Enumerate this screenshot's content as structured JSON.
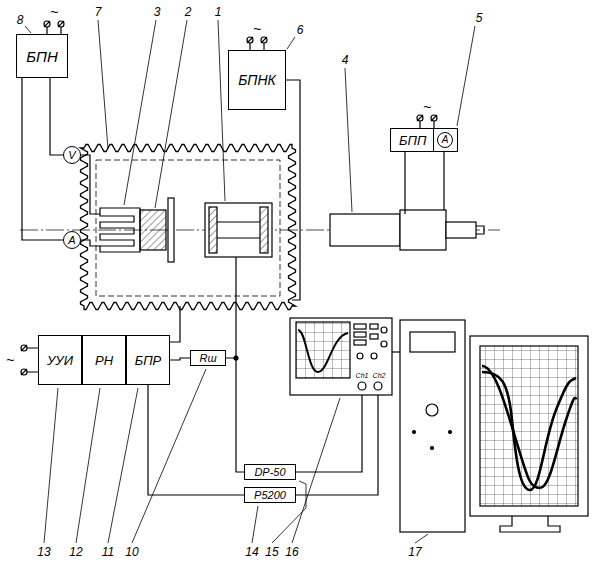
{
  "diagram": {
    "nodes": [
      {
        "text": [
          "БПН"
        ]
      },
      {
        "text": [
          "БПНК"
        ]
      },
      {
        "text": [
          "БПП"
        ]
      },
      {
        "text": [
          "A"
        ],
        "in": 2
      },
      {
        "text": [
          "V"
        ]
      },
      {
        "text": [
          "A"
        ]
      },
      {
        "text": [
          "УУИ"
        ]
      },
      {
        "text": [
          "РН"
        ]
      },
      {
        "text": [
          "БПР"
        ]
      },
      {
        "text": [
          "Rш"
        ]
      },
      {
        "text": [
          "DP-50"
        ]
      },
      {
        "text": [
          "Р5200"
        ]
      }
    ],
    "edges": [
      {
        "from": 0,
        "to": 4,
        "arrow": "none"
      },
      {
        "from": 0,
        "to": 5,
        "arrow": "none"
      },
      {
        "from": 8,
        "to": 9,
        "arrow": "none"
      },
      {
        "from": 9,
        "to": 10,
        "arrow": "none"
      },
      {
        "from": 8,
        "to": 11,
        "arrow": "none"
      }
    ],
    "labels": [
      "8",
      "7",
      "3",
      "2",
      "1",
      "6",
      "4",
      "5",
      "~",
      "~",
      "~",
      "~",
      "Ch1",
      "Ch2",
      "13",
      "12",
      "11",
      "10",
      "14",
      "15",
      "16",
      "17"
    ]
  }
}
